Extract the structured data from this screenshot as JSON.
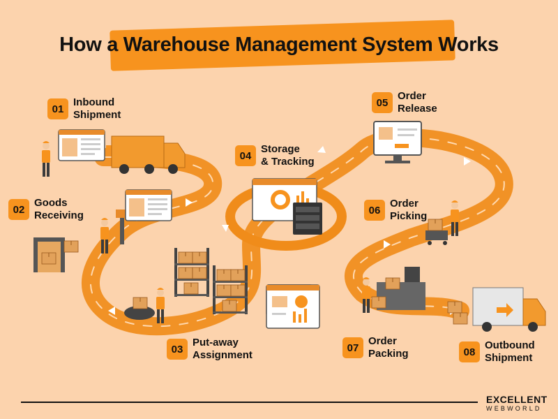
{
  "title": "How a Warehouse Management System Works",
  "steps": [
    {
      "number": "01",
      "label": "Inbound\nShipment"
    },
    {
      "number": "02",
      "label": "Goods\nReceiving"
    },
    {
      "number": "03",
      "label": "Put-away\nAssignment"
    },
    {
      "number": "04",
      "label": "Storage\n& Tracking"
    },
    {
      "number": "05",
      "label": "Order\nRelease"
    },
    {
      "number": "06",
      "label": "Order\nPicking"
    },
    {
      "number": "07",
      "label": "Order\nPacking"
    },
    {
      "number": "08",
      "label": "Outbound\nShipment"
    }
  ],
  "brand": {
    "line1": "EXCELLENT",
    "line2": "WEBWORLD"
  },
  "colors": {
    "background": "#fcd3ad",
    "accent": "#f7931e",
    "path": "#f08c1a",
    "text": "#111111"
  }
}
